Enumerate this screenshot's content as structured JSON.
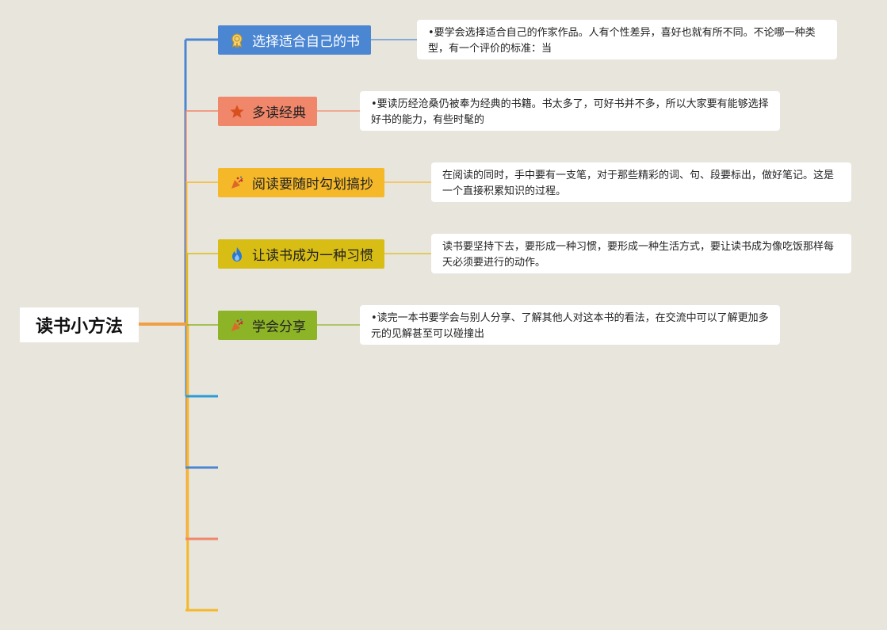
{
  "root": {
    "title": "读书小方法"
  },
  "branches": [
    {
      "label": "选择适合自己的书",
      "icon": "award-ribbon-icon",
      "color": "#4a86d2",
      "text_color": "#ffffff",
      "note": "•要学会选择适合自己的作家作品。人有个性差异，喜好也就有所不同。不论哪一种类型，有一个评价的标准：当"
    },
    {
      "label": "多读经典",
      "icon": "star-icon",
      "color": "#f0866a",
      "text_color": "#222222",
      "note": "•要读历经沧桑仍被奉为经典的书籍。书太多了，可好书并不多，所以大家要有能够选择好书的能力，有些时髦的"
    },
    {
      "label": "阅读要随时勾划搞抄",
      "icon": "party-popper-icon",
      "color": "#f4b829",
      "text_color": "#222222",
      "note": "在阅读的同时，手中要有一支笔，对于那些精彩的词、句、段要标出，做好笔记。这是一个直接积累知识的过程。"
    },
    {
      "label": "让读书成为一种习惯",
      "icon": "flame-icon",
      "color": "#d8bd15",
      "text_color": "#222222",
      "note": "读书要坚持下去，要形成一种习惯，要形成一种生活方式，要让读书成为像吃饭那样每天必须要进行的动作。"
    },
    {
      "label": "学会分享",
      "icon": "party-popper-icon",
      "color": "#8db327",
      "text_color": "#222222",
      "note": "•读完一本书要学会与别人分享、了解其他人对这本书的看法，在交流中可以了解更加多元的见解甚至可以碰撞出"
    }
  ],
  "empty_branches": [
    {
      "color": "#2a9bd8"
    },
    {
      "color": "#4a86d2"
    },
    {
      "color": "#f0866a"
    },
    {
      "color": "#f4b829"
    }
  ],
  "colors": {
    "background": "#e8e5dd",
    "trunk": "#f0a043",
    "root_box": "#ffffff"
  }
}
